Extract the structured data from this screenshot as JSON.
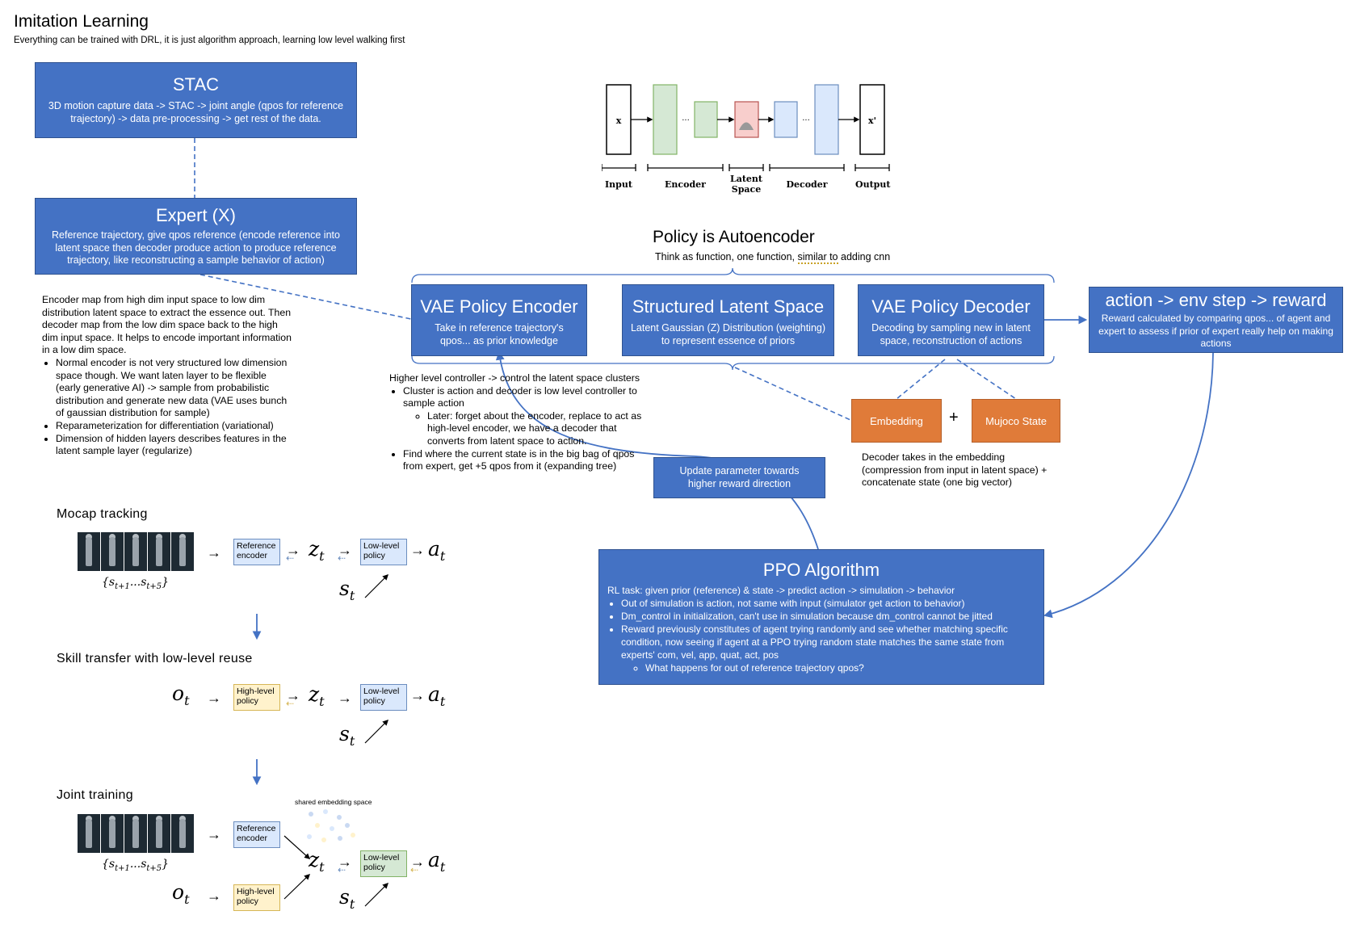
{
  "title": "Imitation Learning",
  "subtitle": "Everything can be trained with DRL, it is just algorithm approach, learning low level walking first",
  "stac": {
    "title": "STAC",
    "body": "3D motion capture data -> STAC -> joint angle (qpos for reference trajectory) -> data pre-processing -> get rest of the data."
  },
  "expert": {
    "title": "Expert (X)",
    "body": "Reference trajectory, give qpos reference (encode reference into latent space then decoder produce action to produce reference trajectory, like reconstructing a sample behavior of action)"
  },
  "encoder_notes": {
    "para": "Encoder map from high dim input space to low dim distribution latent space to extract the essence out. Then decoder map from the low dim space back to the high dim input space. It helps to encode important information in a low dim space.",
    "bullets": [
      "Normal encoder is not very structured low dimension space though. We want laten layer to be flexible (early generative AI) -> sample from probabilistic distribution and generate new data (VAE uses bunch of gaussian distribution for sample)",
      "Reparameterization for differentiation (variational)",
      "Dimension of hidden layers describes features in the latent sample layer (regularize)"
    ]
  },
  "ae_figure": {
    "x_label": "x",
    "x_out_label": "x'",
    "dots": "...",
    "labels": [
      "Input",
      "Encoder",
      "Latent Space",
      "Decoder",
      "Output"
    ]
  },
  "policy": {
    "title": "Policy is Autoencoder",
    "subtitle_pre": "Think as function, one function, ",
    "subtitle_mark": "similar to",
    "subtitle_post": " adding cnn"
  },
  "vae_encoder": {
    "title": "VAE Policy Encoder",
    "body": "Take in reference trajectory's qpos... as prior knowledge"
  },
  "latent": {
    "title": "Structured Latent Space",
    "body": "Latent Gaussian (Z) Distribution (weighting) to represent essence of priors"
  },
  "vae_decoder": {
    "title": "VAE Policy Decoder",
    "body": "Decoding by sampling new in latent space, reconstruction of actions"
  },
  "env": {
    "title": "action -> env step -> reward",
    "body": "Reward calculated by comparing qpos... of agent and expert to assess if prior of expert really help on making actions"
  },
  "controller_notes": {
    "heading": "Higher level controller -> control the latent space clusters",
    "b1": "Cluster is action and decoder is low level controller to sample action",
    "b1_sub": "Later: forget about the encoder, replace to act as high-level encoder, we have a decoder that converts from latent space to action.",
    "b2": "Find where the current state is in the big bag of qpos from expert, get +5 qpos from it (expanding tree)"
  },
  "update_box": "Update parameter towards higher reward direction",
  "embedding": "Embedding",
  "plus": "+",
  "mujoco": "Mujoco State",
  "decoder_note": "Decoder takes in the embedding (compression from input in latent space) + concatenate state (one big vector)",
  "ppo": {
    "title": "PPO Algorithm",
    "line": "RL task: given prior (reference) & state -> predict action -> simulation -> behavior",
    "bullets": [
      "Out of simulation is action, not same with input (simulator get action to behavior)",
      "Dm_control in initialization, can't use in simulation because dm_control cannot be jitted",
      "Reward previously constitutes of agent trying randomly and see whether matching specific condition, now seeing if agent at a PPO trying random state matches the same state from experts' com, vel, app, quat, act, pos"
    ],
    "sub": "What happens for out of reference trajectory qpos?"
  },
  "mocap": {
    "title": "Mocap tracking",
    "ref_enc": "Reference encoder",
    "low": "Low-level policy",
    "seq": "{s",
    "seq_sub1": "t+1",
    "seq_mid": "...s",
    "seq_sub2": "t+5",
    "seq_end": "}"
  },
  "skill": {
    "title": "Skill transfer with low-level reuse",
    "high": "High-level policy",
    "low": "Low-level policy"
  },
  "joint": {
    "title": "Joint training",
    "shared": "shared embedding space",
    "ref_enc": "Reference encoder",
    "high": "High-level policy",
    "low": "Low-level policy"
  },
  "math": {
    "z": "z",
    "a": "a",
    "s": "s",
    "o": "o",
    "t": "t"
  }
}
